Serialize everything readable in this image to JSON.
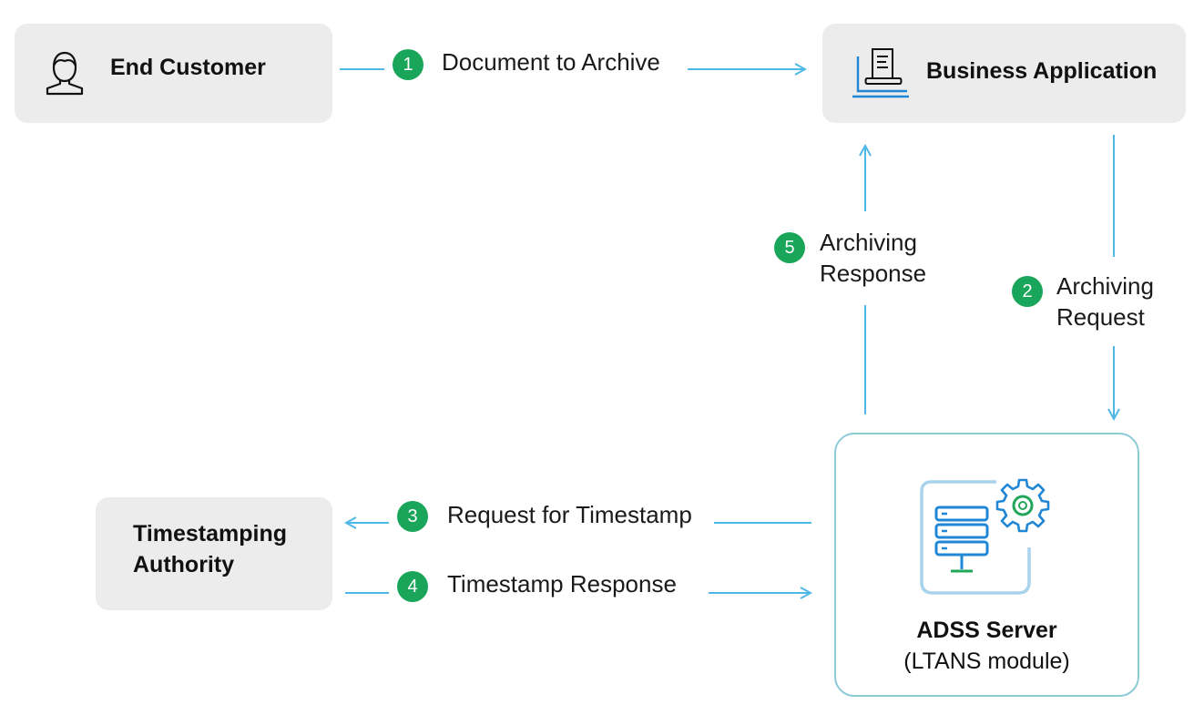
{
  "nodes": {
    "end_customer": {
      "label": "End Customer",
      "icon": "user-icon"
    },
    "business_application": {
      "label": "Business Application",
      "icon": "application-icon"
    },
    "timestamping_authority": {
      "line1": "Timestamping",
      "line2": "Authority"
    },
    "adss_server": {
      "title": "ADSS Server",
      "subtitle": "(LTANS module)",
      "icon": "server-gear-icon"
    }
  },
  "steps": [
    {
      "number": "1",
      "line1": "Document to Archive"
    },
    {
      "number": "2",
      "line1": "Archiving",
      "line2": "Request"
    },
    {
      "number": "3",
      "line1": "Request for Timestamp"
    },
    {
      "number": "4",
      "line1": "Timestamp Response"
    },
    {
      "number": "5",
      "line1": "Archiving",
      "line2": "Response"
    }
  ],
  "colors": {
    "arrow": "#4fb8e6",
    "badge": "#1aa65a",
    "box_fill": "#ececec",
    "server_border": "#8ccbd6",
    "icon_blue": "#1f87d6",
    "icon_green": "#21a65a"
  }
}
